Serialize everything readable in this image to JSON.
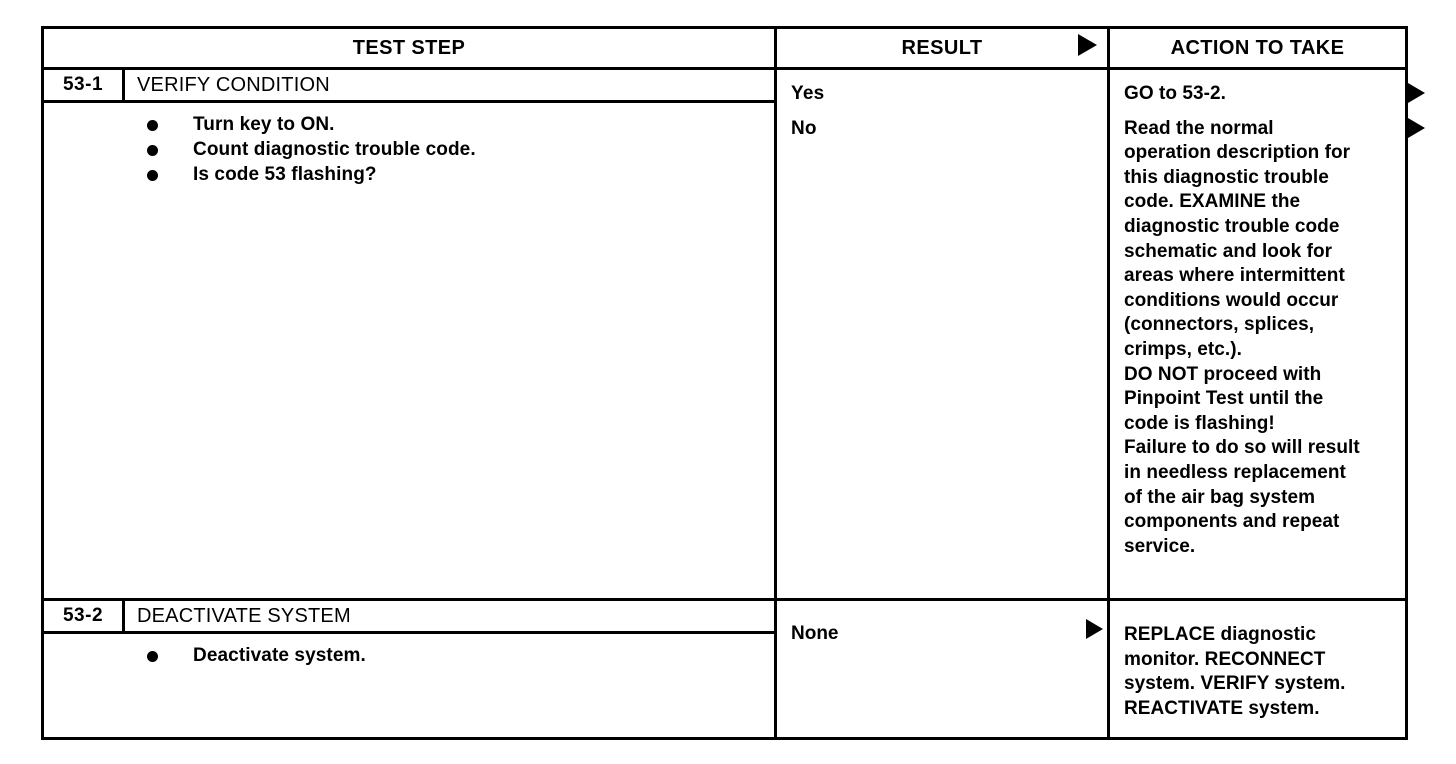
{
  "document": {
    "type": "pinpoint-test-table",
    "columns": {
      "test_step": "TEST STEP",
      "result": "RESULT",
      "action": "ACTION TO TAKE"
    },
    "arrow_icon": "right-triangle-arrow"
  },
  "steps": [
    {
      "number": "53-1",
      "title": "VERIFY CONDITION",
      "bullets": [
        "Turn key to ON.",
        "Count diagnostic trouble code.",
        "Is code 53 flashing?"
      ],
      "results": [
        {
          "label": "Yes"
        },
        {
          "label": "No"
        }
      ],
      "actions": [
        {
          "lines": [
            "GO to 53-2."
          ]
        },
        {
          "lines": [
            "Read the normal",
            "operation description for",
            "this diagnostic trouble",
            "code. EXAMINE the",
            "diagnostic trouble code",
            "schematic and look for",
            "areas where intermittent",
            "conditions would occur",
            "(connectors, splices,",
            "crimps, etc.).",
            "DO NOT proceed with",
            "Pinpoint Test until the",
            "code is flashing!",
            "Failure to do so will result",
            "in needless replacement",
            "of the air bag system",
            "components and repeat",
            "service."
          ]
        }
      ]
    },
    {
      "number": "53-2",
      "title": "DEACTIVATE SYSTEM",
      "bullets": [
        "Deactivate system."
      ],
      "results": [
        {
          "label": "None"
        }
      ],
      "actions": [
        {
          "lines": [
            "REPLACE diagnostic",
            "monitor. RECONNECT",
            "system. VERIFY system.",
            "REACTIVATE system."
          ]
        }
      ]
    }
  ]
}
